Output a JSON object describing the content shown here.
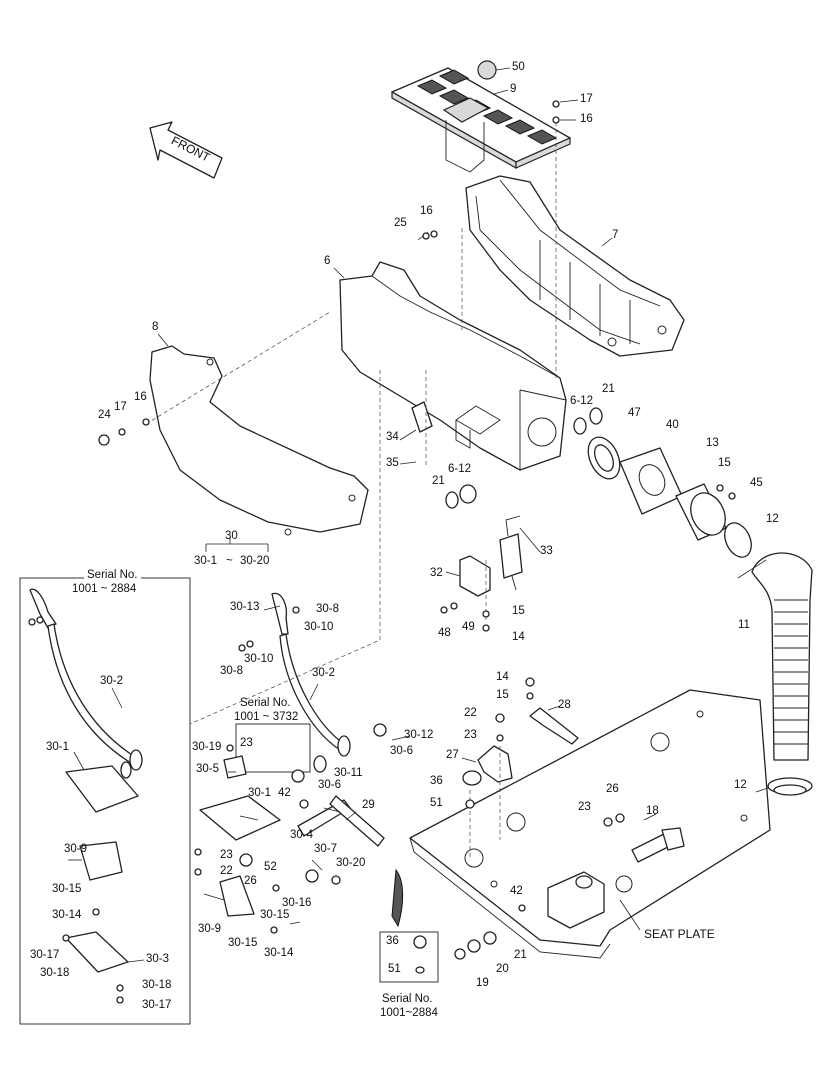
{
  "front_arrow": "FRONT",
  "seat_plate": "SEAT PLATE",
  "group": {
    "head": "30",
    "range_from": "30-1",
    "tilde": "~",
    "range_to": "30-20"
  },
  "box_left": {
    "title": "Serial No.",
    "range": "1001 ~ 2884"
  },
  "box_mid": {
    "title": "Serial No.",
    "range": "1001 ~ 3732"
  },
  "box_bottom": {
    "title": "Serial No.",
    "range": "1001~2884"
  },
  "callouts": {
    "c50": "50",
    "c9": "9",
    "c17a": "17",
    "c16a": "16",
    "c7": "7",
    "c25": "25",
    "c16b": "16",
    "c6": "6",
    "c8": "8",
    "c24": "24",
    "c17b": "17",
    "c16c": "16",
    "c34": "34",
    "c35": "35",
    "c612a": "6-12",
    "c21a": "21",
    "c47": "47",
    "c40": "40",
    "c13": "13",
    "c15a": "15",
    "c45": "45",
    "c612b": "6-12",
    "c21b": "21",
    "c12a": "12",
    "c33": "33",
    "c32": "32",
    "c15b": "15",
    "c48": "48",
    "c49": "49",
    "c14a": "14",
    "c11": "11",
    "c14b": "14",
    "c15c": "15",
    "c22": "22",
    "c28": "28",
    "c23a": "23",
    "c27": "27",
    "c36a": "36",
    "c51a": "51",
    "c26a": "26",
    "c23b": "23",
    "c18": "18",
    "c12b": "12",
    "c42b": "42",
    "c21c": "21",
    "c20": "20",
    "c19": "19",
    "c36b": "36",
    "c51b": "51",
    "c30_13": "30-13",
    "c30_8a": "30-8",
    "c30_10a": "30-10",
    "c30_10b": "30-10",
    "c30_8b": "30-8",
    "c30_2a": "30-2",
    "c30_2b": "30-2",
    "c30_12": "30-12",
    "c30_6a": "30-6",
    "c30_19": "30-19",
    "c23c": "23",
    "c30_11": "30-11",
    "c30_5": "30-5",
    "c30_6b": "30-6",
    "c30_1a": "30-1",
    "c30_1b": "30-1",
    "c42a": "42",
    "c29": "29",
    "c30_4": "30-4",
    "c30_7": "30-7",
    "c30_20": "30-20",
    "c23d": "23",
    "c52": "52",
    "c22b": "22",
    "c26b": "26",
    "c30_16": "30-16",
    "c30_9a": "30-9",
    "c30_15a": "30-15",
    "c30_14a": "30-14",
    "c30_9b": "30-9",
    "c30_15b": "30-15",
    "c30_15c": "30-15",
    "c30_14b": "30-14",
    "c30_17a": "30-17",
    "c30_18a": "30-18",
    "c30_3": "30-3",
    "c30_18b": "30-18",
    "c30_17b": "30-17"
  }
}
